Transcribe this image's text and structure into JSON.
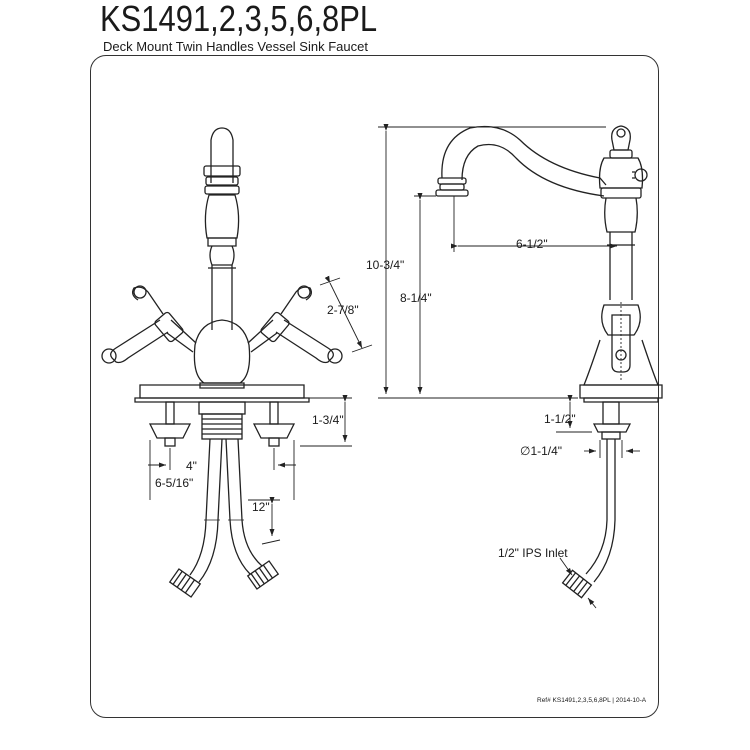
{
  "header": {
    "model": "KS1491,2,3,5,6,8PL",
    "description": "Deck Mount Twin Handles Vessel Sink Faucet"
  },
  "dimensions": {
    "handle_spread": "2-7/8\"",
    "deck_height": "1-3/4\"",
    "center": "4\"",
    "max_spread": "6-5/16\"",
    "supply_length": "12\"",
    "overall_height": "10-3/4\"",
    "spout_height": "8-1/4\"",
    "spout_reach": "6-1/2\"",
    "max_deck_thickness": "1-1/2\"",
    "hole_diameter": "∅1-1/4\"",
    "inlet": "1/2\" IPS Inlet"
  },
  "footer": {
    "reference": "Ref# KS1491,2,3,5,6,8PL | 2014-10-A"
  },
  "colors": {
    "line": "#222222",
    "background": "#ffffff"
  }
}
